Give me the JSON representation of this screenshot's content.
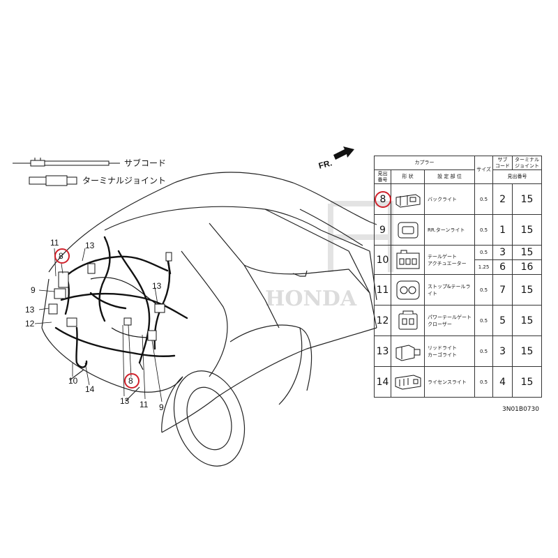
{
  "legend": {
    "sub_cord": "サブコード",
    "terminal_joint": "ターミナルジョイント"
  },
  "direction": "FR.",
  "watermark": "HONDA",
  "diagram_code": "3N01B0730",
  "callouts": {
    "l11": "11",
    "l8a": "8",
    "l13a": "13",
    "l9a": "9",
    "l13b": "13",
    "l12": "12",
    "l10": "10",
    "l14": "14",
    "l13c": "13",
    "l8b": "8",
    "l13d": "13",
    "l11b": "11",
    "l9b": "9"
  },
  "highlight_color": "#d0202a",
  "table": {
    "header_coupler": "カプラー",
    "header_size": "サイズ",
    "header_sub": "サブ\nコード",
    "header_terminal": "ターミナル\nジョイント",
    "header_no": "見出\n番号",
    "header_shape": "形 状",
    "header_location": "設 定 部 位",
    "header_count": "見出番号",
    "rows": [
      {
        "no": "8",
        "location": "バックライト",
        "sizes": [
          "0.5"
        ],
        "sub": [
          "2"
        ],
        "term": "15",
        "highlight": true
      },
      {
        "no": "9",
        "location": "RR.ターンライト",
        "sizes": [
          "0.5"
        ],
        "sub": [
          "1"
        ],
        "term": "15"
      },
      {
        "no": "10",
        "location": "テールゲート\nアクチュエーター",
        "sizes": [
          "0.5",
          "1.25"
        ],
        "sub": [
          "3",
          "6"
        ],
        "term2": [
          "15",
          "16"
        ]
      },
      {
        "no": "11",
        "location": "ストップ&テールライト",
        "sizes": [
          "0.5"
        ],
        "sub": [
          "7"
        ],
        "term": "15"
      },
      {
        "no": "12",
        "location": "パワーテールゲート\nクローザー",
        "sizes": [
          "0.5"
        ],
        "sub": [
          "5"
        ],
        "term": "15"
      },
      {
        "no": "13",
        "location": "リッドライト\nカーゴライト",
        "sizes": [
          "0.5"
        ],
        "sub": [
          "3"
        ],
        "term": "15"
      },
      {
        "no": "14",
        "location": "ライセンスライト",
        "sizes": [
          "0.5"
        ],
        "sub": [
          "4"
        ],
        "term": "15"
      }
    ]
  }
}
